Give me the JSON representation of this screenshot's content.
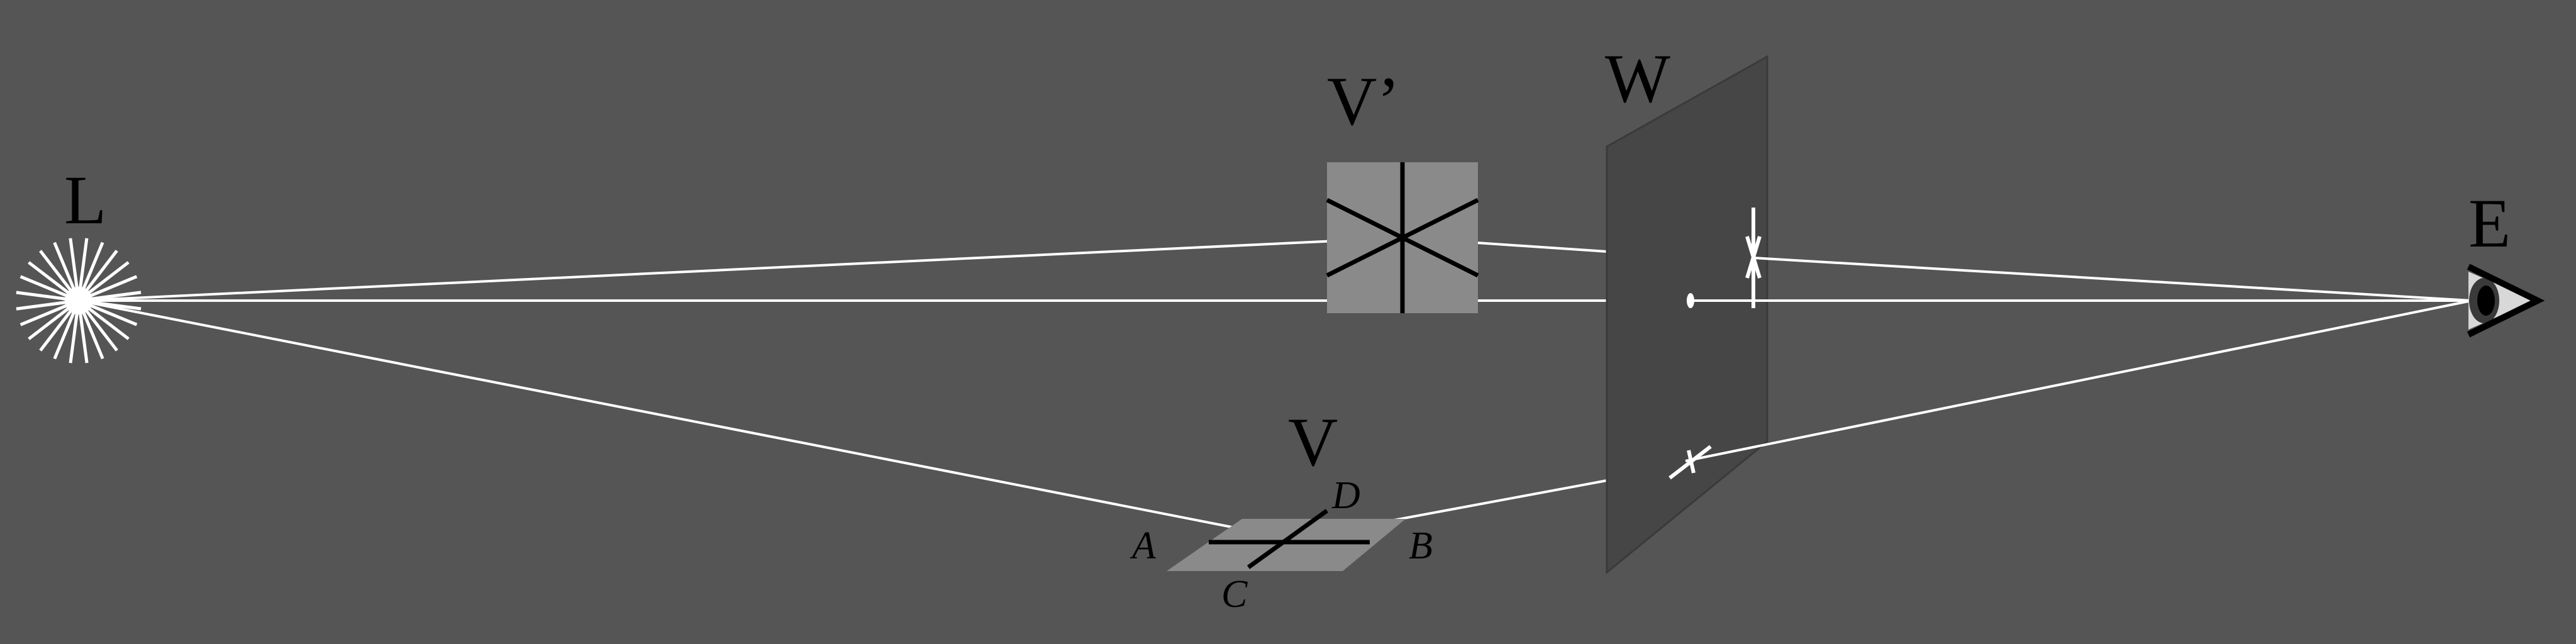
{
  "colors": {
    "background": "#555555",
    "window_pane": "#464646",
    "window_edge": "#3a3a3a",
    "object_panel": "#8a8a8a",
    "ray": "#ffffff",
    "line_dark": "#000000"
  },
  "labels": {
    "light_source": "L",
    "virtual_object": "V’",
    "real_object": "V",
    "window": "W",
    "eye": "E",
    "corner_a": "A",
    "corner_b": "B",
    "corner_c": "C",
    "corner_d": "D"
  },
  "icons": {
    "light": "starburst-icon",
    "eye": "eye-icon"
  }
}
